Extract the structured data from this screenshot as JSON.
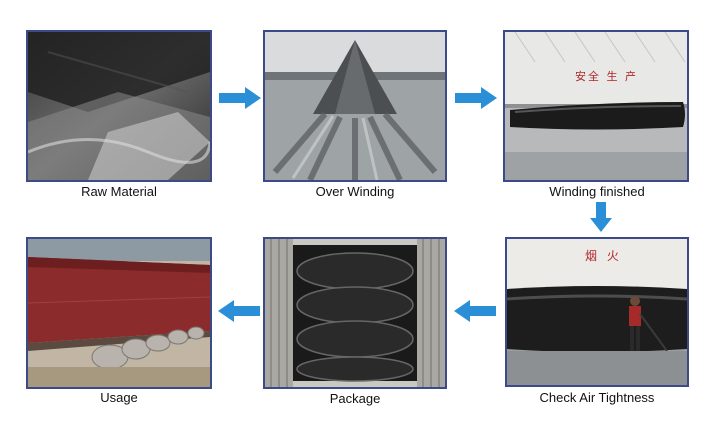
{
  "steps": [
    {
      "id": "raw-material",
      "caption": "Raw Material"
    },
    {
      "id": "over-winding",
      "caption": "Over Winding"
    },
    {
      "id": "winding-finished",
      "caption": "Winding finished",
      "sign_text": "安全  生 产"
    },
    {
      "id": "check-air-tightness",
      "caption": "Check Air Tightness",
      "sign_text": "烟  火"
    },
    {
      "id": "package",
      "caption": "Package"
    },
    {
      "id": "usage",
      "caption": "Usage"
    }
  ],
  "colors": {
    "arrow": "#2b8fd8",
    "frame": "#3c4a8a"
  },
  "icons": {
    "arrow_right": "arrow-right-icon",
    "arrow_down": "arrow-down-icon",
    "arrow_left": "arrow-left-icon"
  }
}
